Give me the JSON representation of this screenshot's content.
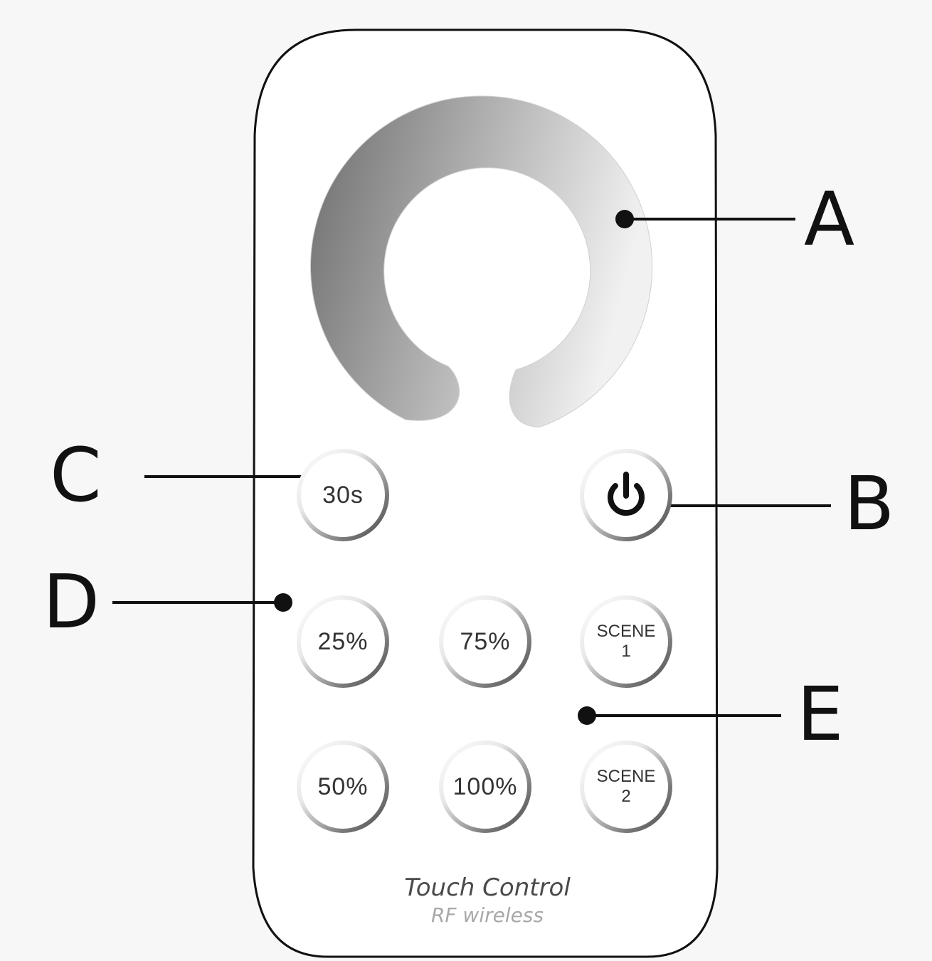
{
  "remote": {
    "buttons": {
      "timer": "30s",
      "power_icon": "power-icon",
      "b25": "25%",
      "b75": "75%",
      "scene1_line1": "SCENE",
      "scene1_line2": "1",
      "b50": "50%",
      "b100": "100%",
      "scene2_line1": "SCENE",
      "scene2_line2": "2"
    },
    "brand": {
      "main": "Touch Control",
      "sub": "RF wireless"
    }
  },
  "callouts": {
    "A": "A",
    "B": "B",
    "C": "C",
    "D": "D",
    "E": "E"
  }
}
